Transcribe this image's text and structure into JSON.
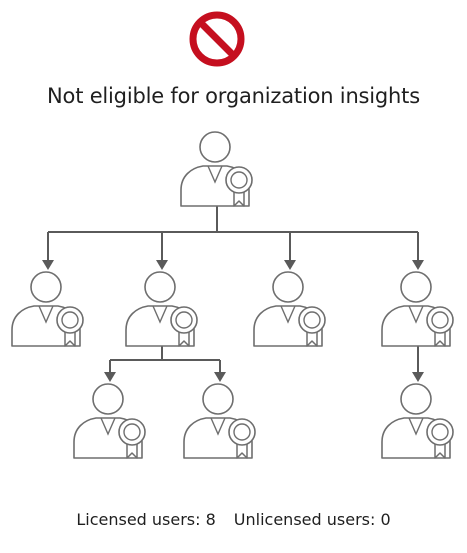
{
  "status": {
    "icon": "prohibited-icon",
    "color": "#c50f1f",
    "message": "Not eligible for organization insights"
  },
  "org_chart": {
    "line_color": "#5a5a5a",
    "icon_stroke": "#6e6e6e",
    "nodes": [
      {
        "id": "root",
        "parent": null,
        "licensed": true,
        "icon": "licensed-user-icon"
      },
      {
        "id": "report-1",
        "parent": "root",
        "licensed": true,
        "icon": "licensed-user-icon"
      },
      {
        "id": "report-2",
        "parent": "root",
        "licensed": true,
        "icon": "licensed-user-icon"
      },
      {
        "id": "report-3",
        "parent": "root",
        "licensed": true,
        "icon": "licensed-user-icon"
      },
      {
        "id": "report-4",
        "parent": "root",
        "licensed": true,
        "icon": "licensed-user-icon"
      },
      {
        "id": "report-2-1",
        "parent": "report-2",
        "licensed": true,
        "icon": "licensed-user-icon"
      },
      {
        "id": "report-2-2",
        "parent": "report-2",
        "licensed": true,
        "icon": "licensed-user-icon"
      },
      {
        "id": "report-4-1",
        "parent": "report-4",
        "licensed": true,
        "icon": "licensed-user-icon"
      }
    ]
  },
  "footer": {
    "licensed_label": "Licensed users: 8",
    "unlicensed_label": "Unlicensed users: 0"
  }
}
